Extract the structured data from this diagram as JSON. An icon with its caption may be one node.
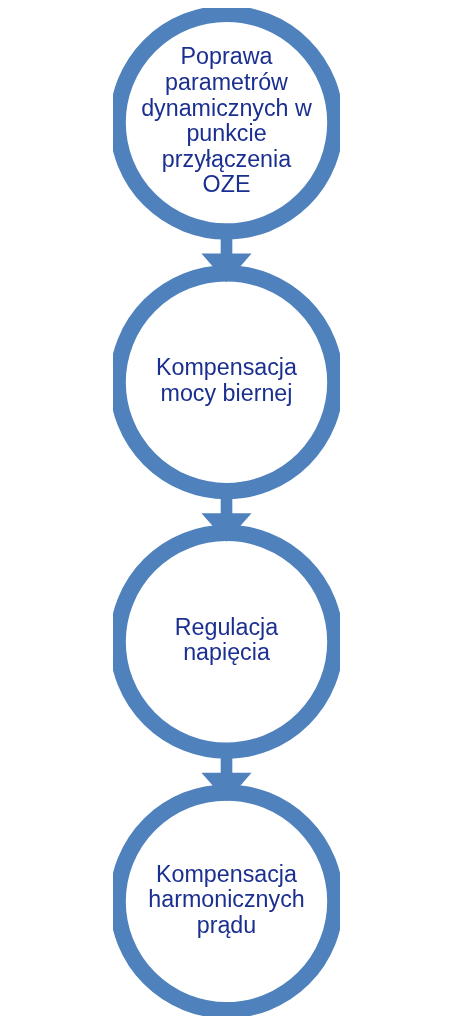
{
  "diagram": {
    "nodes": [
      {
        "text": [
          "Poprawa parametrów dynamicznych w punkcie przyłączenia OZE"
        ]
      },
      {
        "text": [
          "Kompensacja mocy biernej"
        ]
      },
      {
        "text": [
          "Regulacja napięcia"
        ]
      },
      {
        "text": [
          "Kompensacja harmonicznych prądu"
        ]
      }
    ],
    "edges": [
      {
        "from": 0,
        "to": 1,
        "arrow": "to"
      },
      {
        "from": 1,
        "to": 2,
        "arrow": "to"
      },
      {
        "from": 2,
        "to": 3,
        "arrow": "to"
      }
    ]
  }
}
